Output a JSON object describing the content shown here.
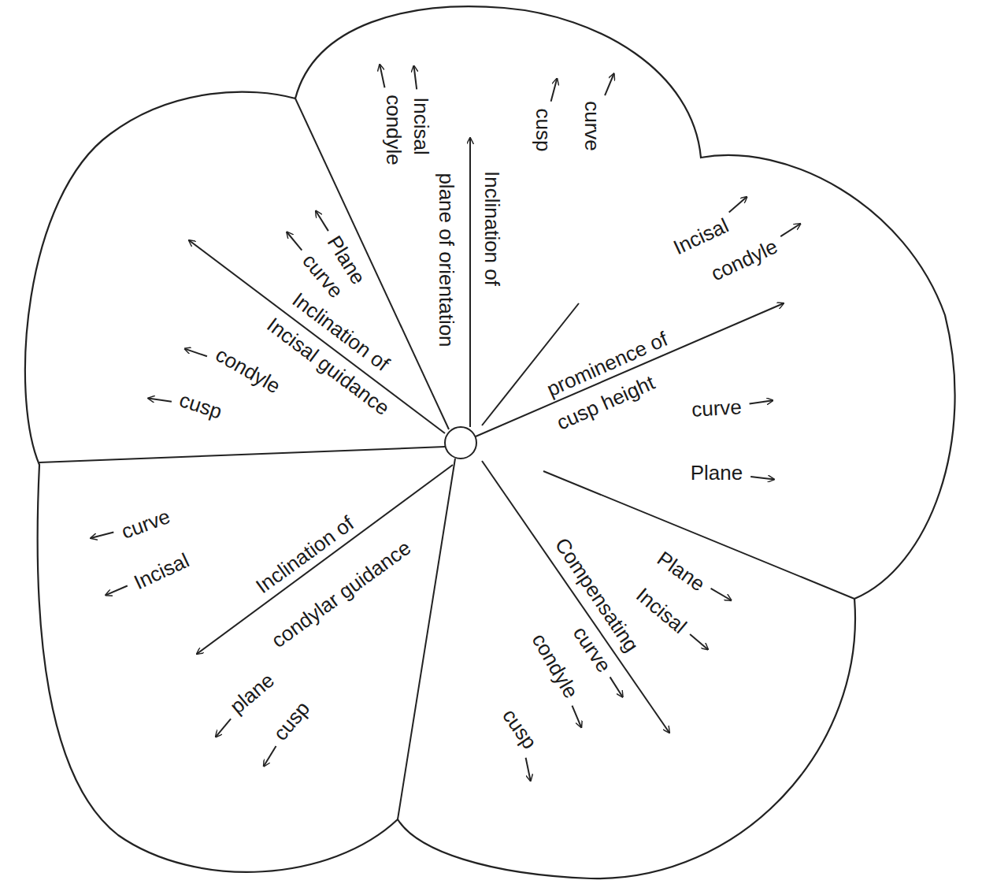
{
  "diagram": {
    "labels": [
      "curve",
      "cusp",
      "Inclination of",
      "plane of orientation",
      "Incisal",
      "condyle",
      "Incisal",
      "condyle",
      "prominence of",
      "cusp height",
      "curve",
      "Plane",
      "Plane",
      "Incisal",
      "Compensating",
      "curve",
      "condyle",
      "cusp",
      "curve",
      "Incisal",
      "Inclination of",
      "condylar guidance",
      "plane",
      "cusp",
      "cusp",
      "condyle",
      "Incisal guidance",
      "Inclination of",
      "curve",
      "Plane"
    ]
  }
}
